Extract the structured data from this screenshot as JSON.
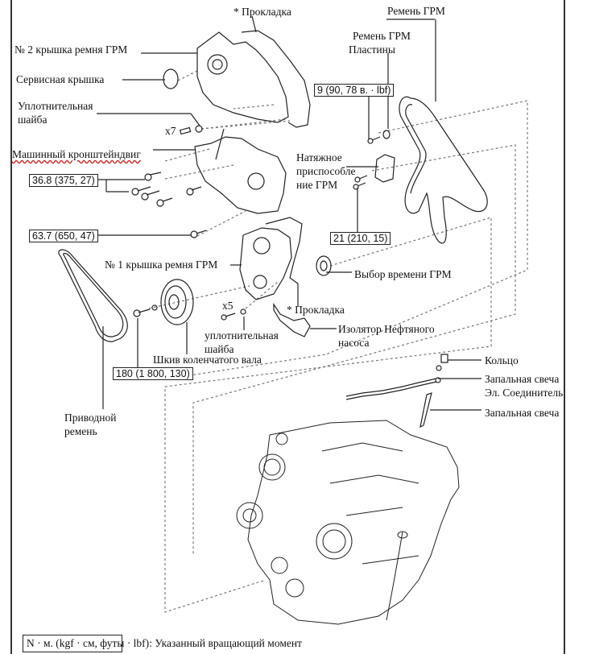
{
  "diagram": {
    "title": "Timing belt components exploded view",
    "labels": {
      "gasket_top": "* Прокладка",
      "cover_no2": "№ 2 крышка ремня ГРМ",
      "service_cover": "Сервисная крышка",
      "seal_washer_top_l1": "Уплотнительная",
      "seal_washer_top_l2": "шайба",
      "qty_x7": "x7",
      "engine_bracket": "Машинный кронштейндвиг",
      "timing_belt": "Ремень ГРМ",
      "belt_plate_l1": "Ремень ГРМ",
      "belt_plate_l2": "Пластины",
      "tensioner_l1": "Натяжное",
      "tensioner_l2": "приспособле",
      "tensioner_l3": "ние ГРМ",
      "cover_no1": "№ 1 крышка ремня ГРМ",
      "timing_pulley": "Выбор времени ГРМ",
      "qty_x5": "x5",
      "gasket_mid": "* Прокладка",
      "seal_washer_mid_l1": "уплотнительная",
      "seal_washer_mid_l2": "шайба",
      "oil_pump_insulator_l1": "Изолятор Нефтяного",
      "oil_pump_insulator_l2": "насоса",
      "crank_pulley": "Шкив коленчатого вала",
      "ring": "Кольцо",
      "glow_connector_l1": "Запальная свеча",
      "glow_connector_l2": "Эл. Соединитель",
      "glow_plug": "Запальная свеча",
      "drive_belt_l1": "Приводной",
      "drive_belt_l2": "ремень"
    },
    "torques": {
      "t1": "9 (90, 78 в. · lbf)",
      "t2": "36.8 (375, 27)",
      "t3": "63.7 (650, 47)",
      "t4": "21 (210, 15)",
      "t5": "180 (1 800, 130)"
    },
    "legend": {
      "boxed": "N · м. (kgf · см, футы · lbf)",
      "rest": ": Указанный вращающий момент"
    }
  }
}
